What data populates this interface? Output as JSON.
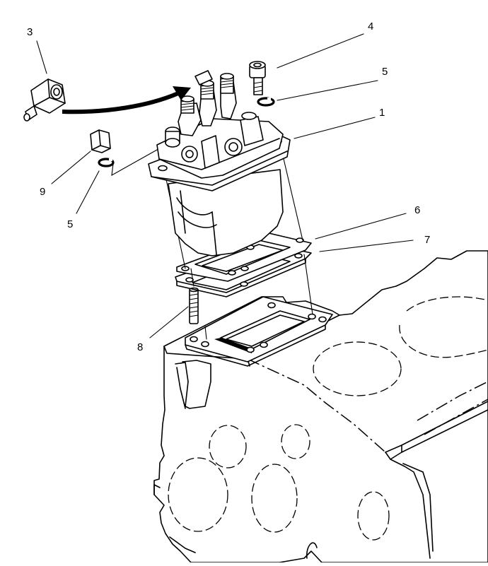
{
  "callouts": [
    {
      "id": "c3",
      "text": "3"
    },
    {
      "id": "c4",
      "text": "4"
    },
    {
      "id": "c5a",
      "text": "5"
    },
    {
      "id": "c1",
      "text": "1"
    },
    {
      "id": "c9",
      "text": "9"
    },
    {
      "id": "c5b",
      "text": "5"
    },
    {
      "id": "c6",
      "text": "6"
    },
    {
      "id": "c7",
      "text": "7"
    },
    {
      "id": "c8",
      "text": "8"
    }
  ],
  "parts": [
    "fuel-injection-pump",
    "bolt",
    "washer",
    "fitting",
    "gasket",
    "spacer-plate",
    "stud",
    "nut",
    "engine-block"
  ],
  "colors": {
    "ink": "#000000",
    "paper": "#ffffff"
  }
}
